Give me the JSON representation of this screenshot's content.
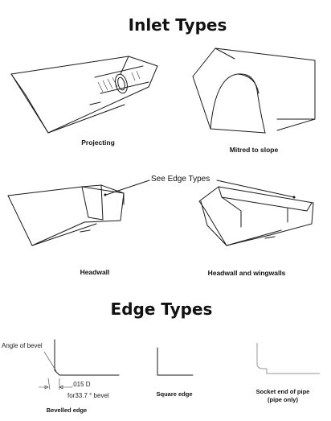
{
  "inlet_section": {
    "title": "Inlet Types",
    "captions": {
      "projecting": "Projecting",
      "mitred": "Mitred to slope",
      "headwall": "Headwall",
      "headwall_wingwalls": "Headwall and wingwalls"
    },
    "callout": "See Edge Types"
  },
  "edge_section": {
    "title": "Edge Types",
    "bevel": {
      "angle_label": "Angle of bevel",
      "dim_value": ".015 D",
      "dim_note": "for33.7 ° bevel",
      "caption": "Bevelled edge"
    },
    "square": {
      "caption": "Square edge"
    },
    "socket": {
      "caption_line1": "Socket end of pipe",
      "caption_line2": "(pipe only)"
    }
  }
}
